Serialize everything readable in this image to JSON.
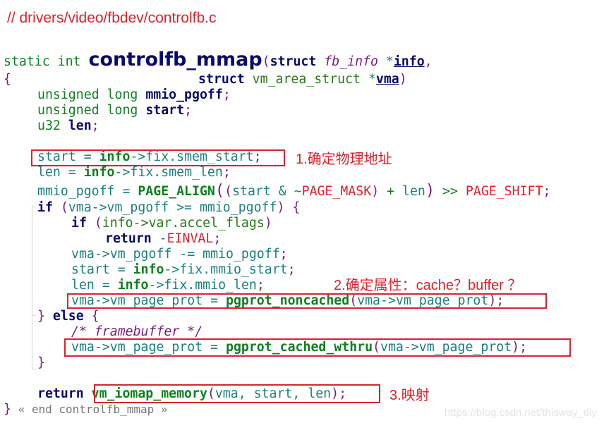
{
  "file_comment": "// drivers/video/fbdev/controlfb.c",
  "signature": {
    "static": "static",
    "int": "int",
    "name": "controlfb_mmap",
    "open": "(",
    "struct1": "struct",
    "type1": "fb_info",
    "star1": " *",
    "param1": "info",
    "comma": ",",
    "struct2": "struct",
    "type2": "vm_area_struct",
    "star2": " *",
    "param2": "vma",
    "close": ")"
  },
  "code": {
    "open_brace": "{",
    "decl1": {
      "type": "unsigned long",
      "name": "mmio_pgoff",
      "semi": ";"
    },
    "decl2": {
      "type": "unsigned long",
      "name": "start",
      "semi": ";"
    },
    "decl3": {
      "type": "u32",
      "name": "len",
      "semi": ";"
    },
    "l_start": {
      "lhs": "start = ",
      "obj": "info",
      "rest": "->fix.smem_start",
      "semi": ";"
    },
    "l_len": {
      "lhs": "len = ",
      "obj": "info",
      "rest": "->fix.smem_len",
      "semi": ";"
    },
    "l_pgoff": {
      "lhs": "mmio_pgoff = ",
      "macro": "PAGE_ALIGN",
      "p1": "(",
      "p2": "(",
      "v1": "start",
      "amp": " & ~",
      "mask": "PAGE_MASK",
      "p3": ")",
      "plus": " + ",
      "v2": "len",
      "p4": ")",
      "shift": " >> ",
      "shiftc": "PAGE_SHIFT",
      "semi": ";"
    },
    "l_if": {
      "kw": "if",
      "p1": " (",
      "cond": "vma->vm_pgoff >= mmio_pgoff",
      "p2": ")",
      "brace": " {"
    },
    "l_if2": {
      "kw": "if",
      "p1": " (",
      "obj": "info",
      "rest": "->var.accel_flags",
      "p2": ")"
    },
    "l_ret1": {
      "kw": "return",
      "minus": " -",
      "val": "EINVAL",
      "semi": ";"
    },
    "l_sub": {
      "text": "vma->vm_pgoff -= mmio_pgoff",
      "semi": ";"
    },
    "l_start2": {
      "lhs": "start = ",
      "obj": "info",
      "rest": "->fix.mmio_start",
      "semi": ";"
    },
    "l_len2": {
      "lhs": "len = ",
      "obj": "info",
      "rest": "->fix.mmio_len",
      "semi": ";"
    },
    "l_prot1": {
      "lhs": "vma->vm_page_prot = ",
      "fn": "pgprot_noncached",
      "p1": "(",
      "arg": "vma->vm_page_prot",
      "p2": ")",
      "semi": ";"
    },
    "l_else": {
      "brace1": "}",
      "kw": " else",
      "brace2": " {"
    },
    "l_comment": "/* framebuffer */",
    "l_prot2": {
      "lhs": "vma->vm_page_prot = ",
      "fn": "pgprot_cached_wthru",
      "p1": "(",
      "arg": "vma->vm_page_prot",
      "p2": ")",
      "semi": ";"
    },
    "l_close_inner": "}",
    "l_ret2": {
      "kw": "return",
      "fn": "vm_iomap_memory",
      "p1": "(",
      "args": "vma, start, len",
      "p2": ")",
      "semi": ";"
    },
    "l_end": {
      "brace": "}",
      "tag": " « end controlfb_mmap »"
    }
  },
  "annotations": {
    "step1": "1.确定物理地址",
    "step2": "2.确定属性：cache？buffer ？",
    "step3": "3.映射"
  },
  "watermark": "https://blog.csdn.net/thisway_diy",
  "colors": {
    "annotation_red": "#e0202a",
    "keyword_green": "#0f7f1f",
    "identifier_navy": "#0a0a6a",
    "variable_teal": "#1b7f7f",
    "punct_purple": "#7a1a7a"
  }
}
